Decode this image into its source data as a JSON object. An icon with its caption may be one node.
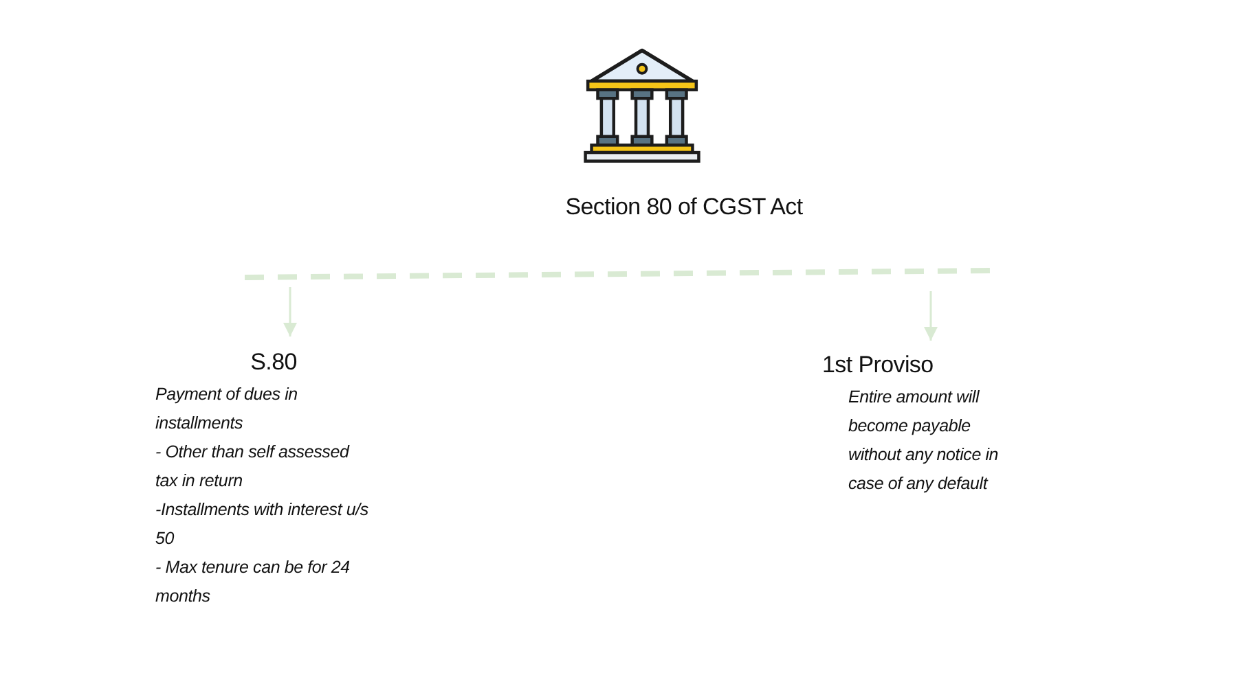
{
  "diagram": {
    "nodes": [
      {
        "text": [
          "Section 80 of CGST Act"
        ]
      },
      {
        "text": [
          "S.80",
          "Payment of dues in installments",
          "- Other than self assessed tax in return",
          "-Installments with interest u/s 50",
          "- Max tenure can be for 24 months"
        ]
      },
      {
        "text": [
          "1st Proviso",
          "Entire amount will become payable without any notice in case of any default"
        ]
      }
    ],
    "edges": [
      {
        "from": null,
        "to": 1,
        "arrow": "to"
      },
      {
        "from": null,
        "to": 2,
        "arrow": "to"
      }
    ]
  }
}
